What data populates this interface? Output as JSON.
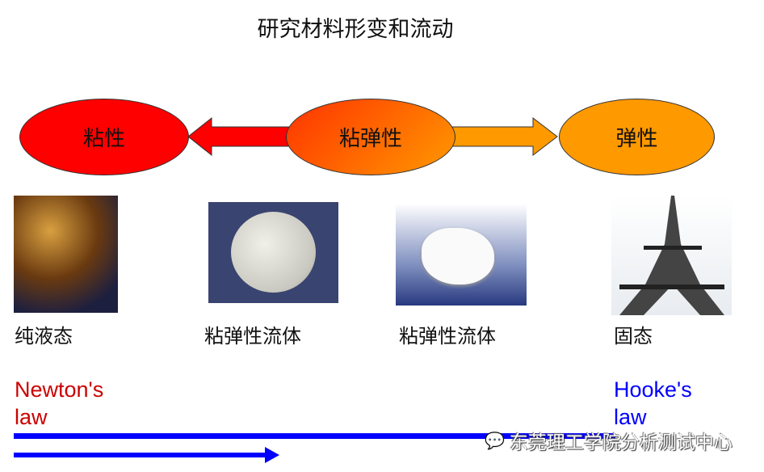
{
  "title": "研究材料形变和流动",
  "ellipses": {
    "viscous": "粘性",
    "viscoelastic": "粘弹性",
    "elastic": "弹性"
  },
  "labels": [
    "纯液态",
    "粘弹性流体",
    "粘弹性流体",
    "固态"
  ],
  "laws": {
    "newton_line1": "Newton's",
    "newton_line2": "law",
    "hooke_line1": "Hooke's",
    "hooke_line2": "law"
  },
  "watermark": "东莞理工学院分析测试中心",
  "colors": {
    "viscous": "#ff0000",
    "elastic": "#ff9900",
    "newton": "#cc0000",
    "hooke": "#0000ff",
    "arrow": "#0000ff"
  }
}
